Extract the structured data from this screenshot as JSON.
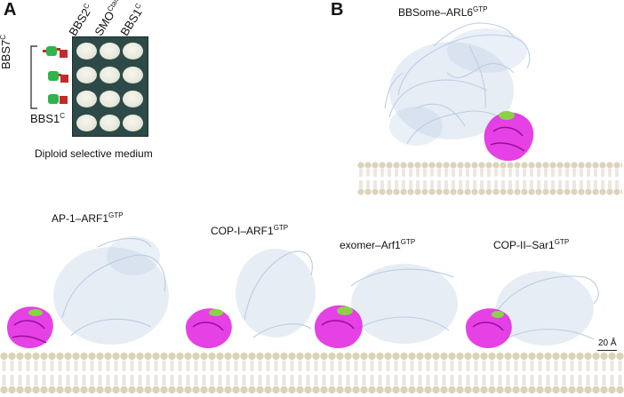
{
  "panel_a": {
    "letter": "A",
    "columns": [
      {
        "base": "BBS2",
        "sup": "C"
      },
      {
        "base": "SMO",
        "sup": "Ctail"
      },
      {
        "base": "BBS1",
        "sup": "C"
      }
    ],
    "row_group_label": {
      "base": "BBS7",
      "sup": "C"
    },
    "row_last_label": {
      "base": "BBS1",
      "sup": "C"
    },
    "caption": "Diploid selective medium",
    "colors": {
      "green_domain": "#2fb34a",
      "red_domain": "#c42a2a",
      "plate": "#2d4a48"
    }
  },
  "panel_b": {
    "letter": "B",
    "top_complex": {
      "base": "BBSome–ARL6",
      "sup": "GTP"
    },
    "bottom_complexes": [
      {
        "base": "AP-1–ARF1",
        "sup": "GTP"
      },
      {
        "base": "COP-I–ARF1",
        "sup": "GTP"
      },
      {
        "base": "exomer–Arf1",
        "sup": "GTP"
      },
      {
        "base": "COP-II–Sar1",
        "sup": "GTP"
      }
    ],
    "scale_bar": "20 Å",
    "colors": {
      "complex": "#b9cce3",
      "gtpase": "#e020e0",
      "ligand": "#8ad24a",
      "membrane": "#ddd3bb"
    }
  }
}
